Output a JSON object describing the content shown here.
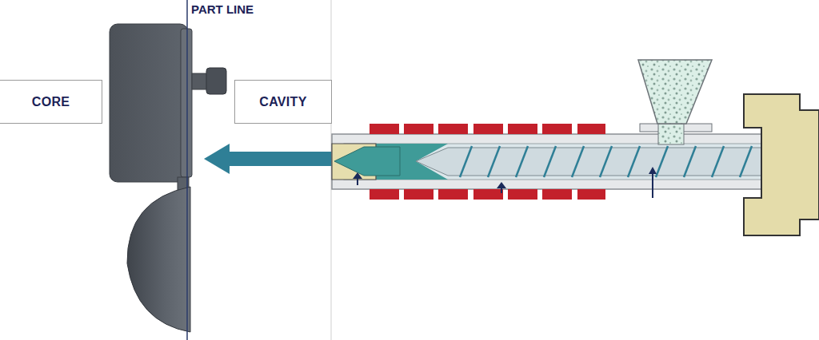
{
  "diagram": {
    "nodes": [
      {
        "text": [
          "CORE"
        ]
      },
      {
        "text": [
          "CAVITY"
        ]
      }
    ],
    "labels": [
      "PART LINE"
    ]
  }
}
